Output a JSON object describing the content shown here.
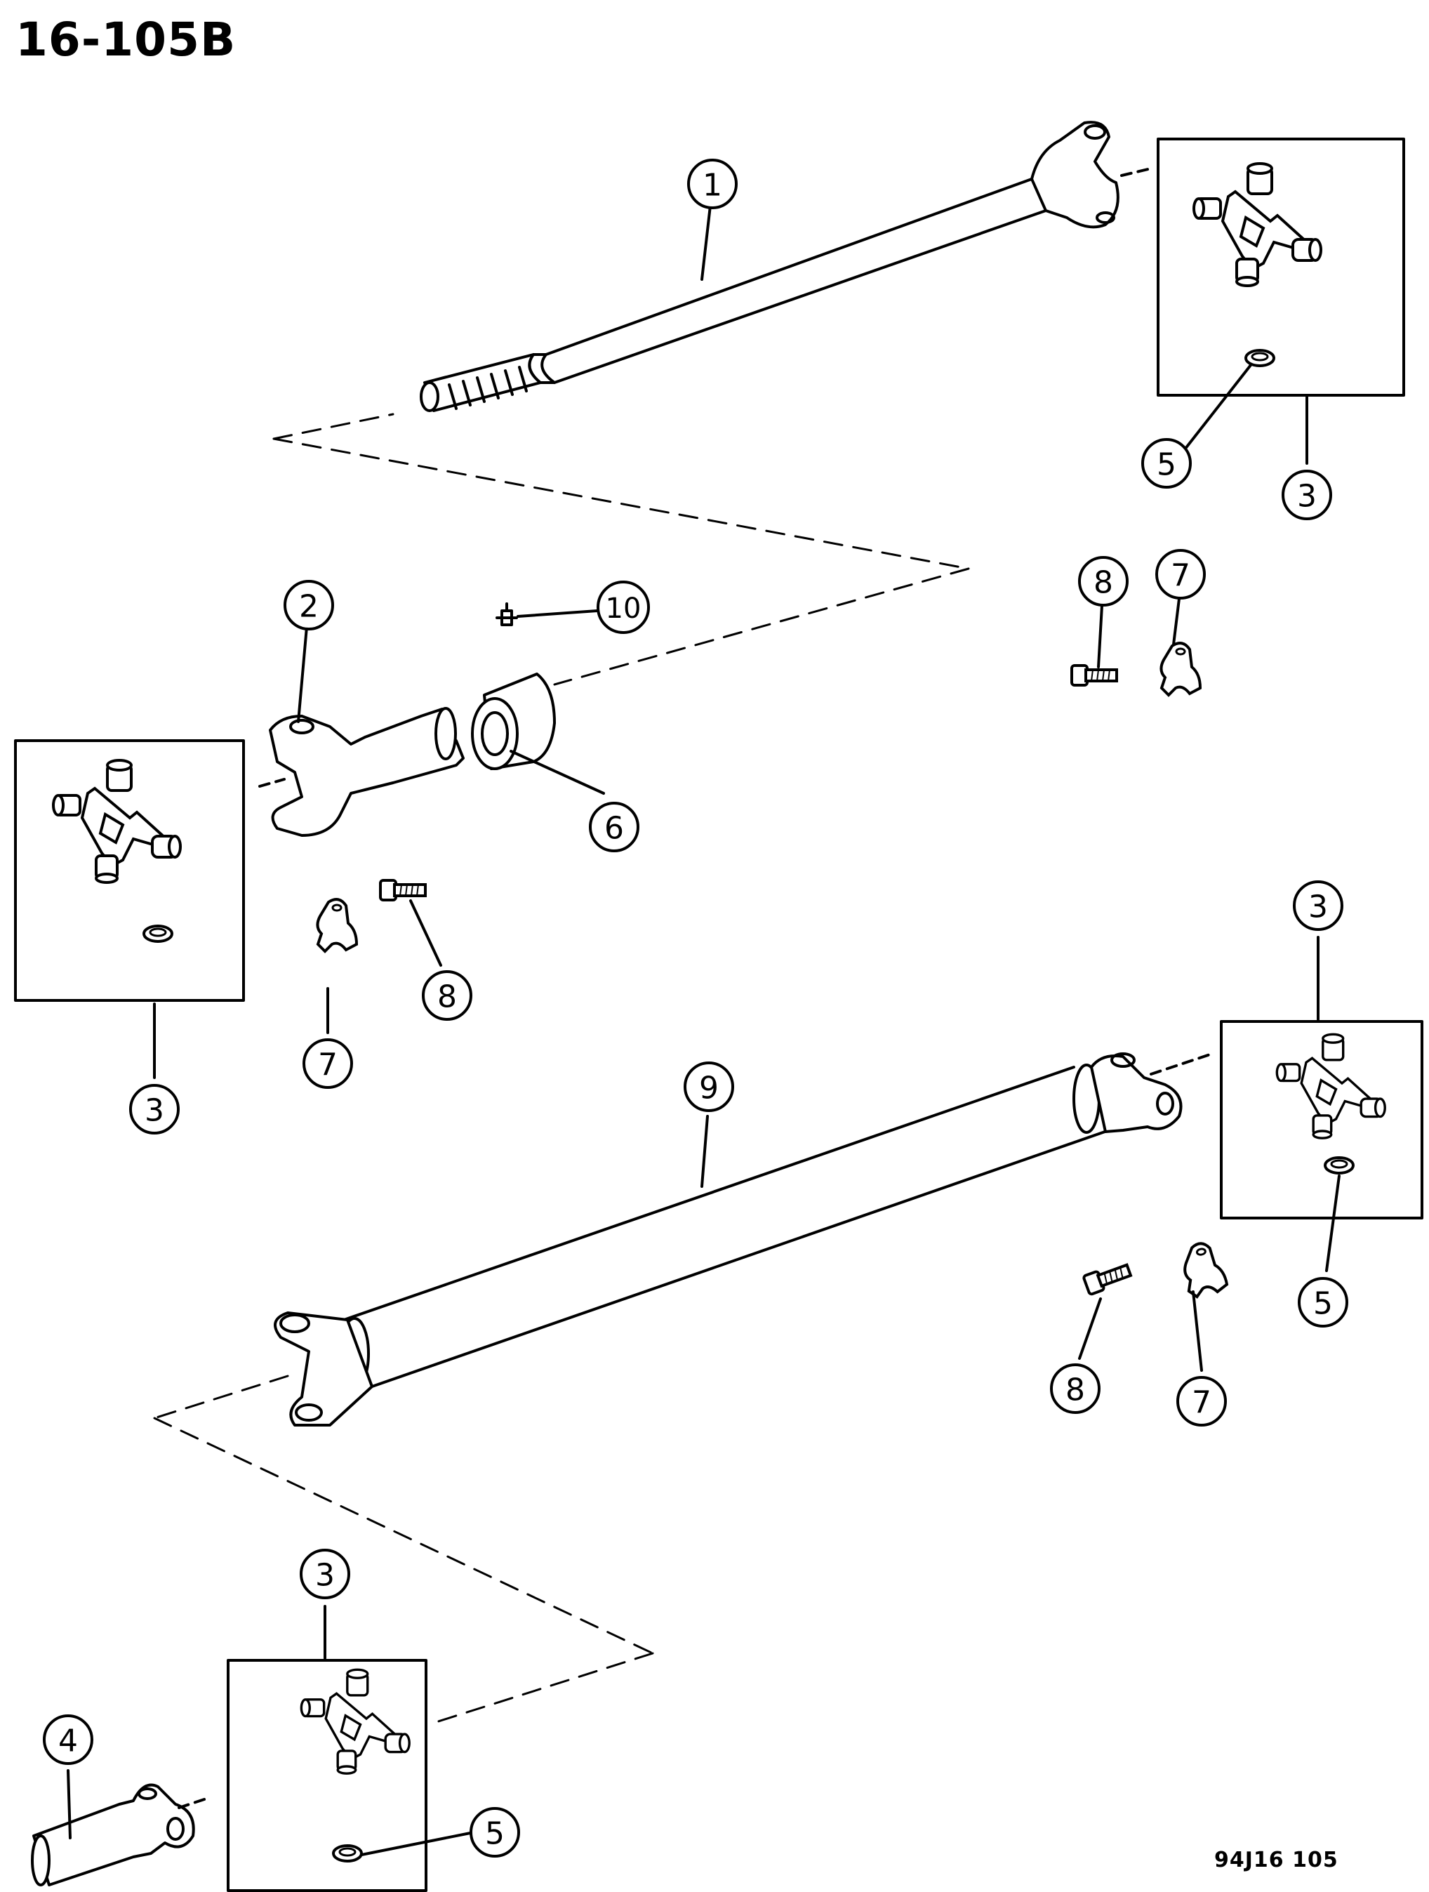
{
  "sheet_title": "16-105B",
  "footer_code": "94J16 105",
  "callouts": [
    {
      "id": "c1",
      "label": "1"
    },
    {
      "id": "c2",
      "label": "2"
    },
    {
      "id": "c3a",
      "label": "3"
    },
    {
      "id": "c3b",
      "label": "3"
    },
    {
      "id": "c3c",
      "label": "3"
    },
    {
      "id": "c3d",
      "label": "3"
    },
    {
      "id": "c4",
      "label": "4"
    },
    {
      "id": "c5a",
      "label": "5"
    },
    {
      "id": "c5b",
      "label": "5"
    },
    {
      "id": "c5c",
      "label": "5"
    },
    {
      "id": "c6",
      "label": "6"
    },
    {
      "id": "c7a",
      "label": "7"
    },
    {
      "id": "c7b",
      "label": "7"
    },
    {
      "id": "c7c",
      "label": "7"
    },
    {
      "id": "c8a",
      "label": "8"
    },
    {
      "id": "c8b",
      "label": "8"
    },
    {
      "id": "c8c",
      "label": "8"
    },
    {
      "id": "c9",
      "label": "9"
    },
    {
      "id": "c10",
      "label": "10"
    }
  ]
}
